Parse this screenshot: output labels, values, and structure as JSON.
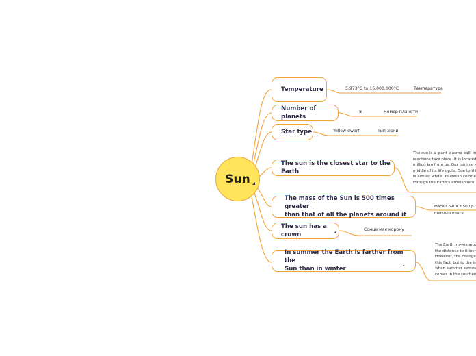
{
  "map": {
    "central": "Sun",
    "colors": {
      "branch": "#f2a33a",
      "central_fill": "#ffe45c",
      "central_border": "#e8a23a",
      "text": "#2d2d48"
    },
    "topics": {
      "temperature": {
        "label": "Temperature",
        "sub1": "5,973°C to 15,000,000°C",
        "sub2": "Температура"
      },
      "planets": {
        "label": "Number of planets",
        "sub1": "8",
        "sub2": "Номер планети"
      },
      "startype": {
        "label": "Star type",
        "sub1": "Yellow dwarf",
        "sub2": "Тип зірки"
      },
      "closest": {
        "label": "The sun is the closest star to the Earth",
        "note": "The sun is a giant plasma ball, ins\nreactions take place. It is located\nmillion km from us. Our luminary\nmiddle of its life cycle. Due to thi\nis almost white. Yellowish color e\nthrough the Earth's atmosphere."
      },
      "mass": {
        "label1": "The mass of the Sun is 500 times greater",
        "label2": "than that of all the planets around it",
        "note": "Маса Сонця в 500 р\nнавколо нього"
      },
      "crown": {
        "label": "The sun has a crown",
        "sub": "Сонце має корону"
      },
      "summer": {
        "label1": "In summer the Earth is farther from the",
        "label2": "Sun than in winter",
        "note": "The Earth moves arou\nthe distance to it incre\nHowever, the change \nthis fact, but to the inc\nwhen summer comes \ncomes in the southern"
      }
    }
  }
}
